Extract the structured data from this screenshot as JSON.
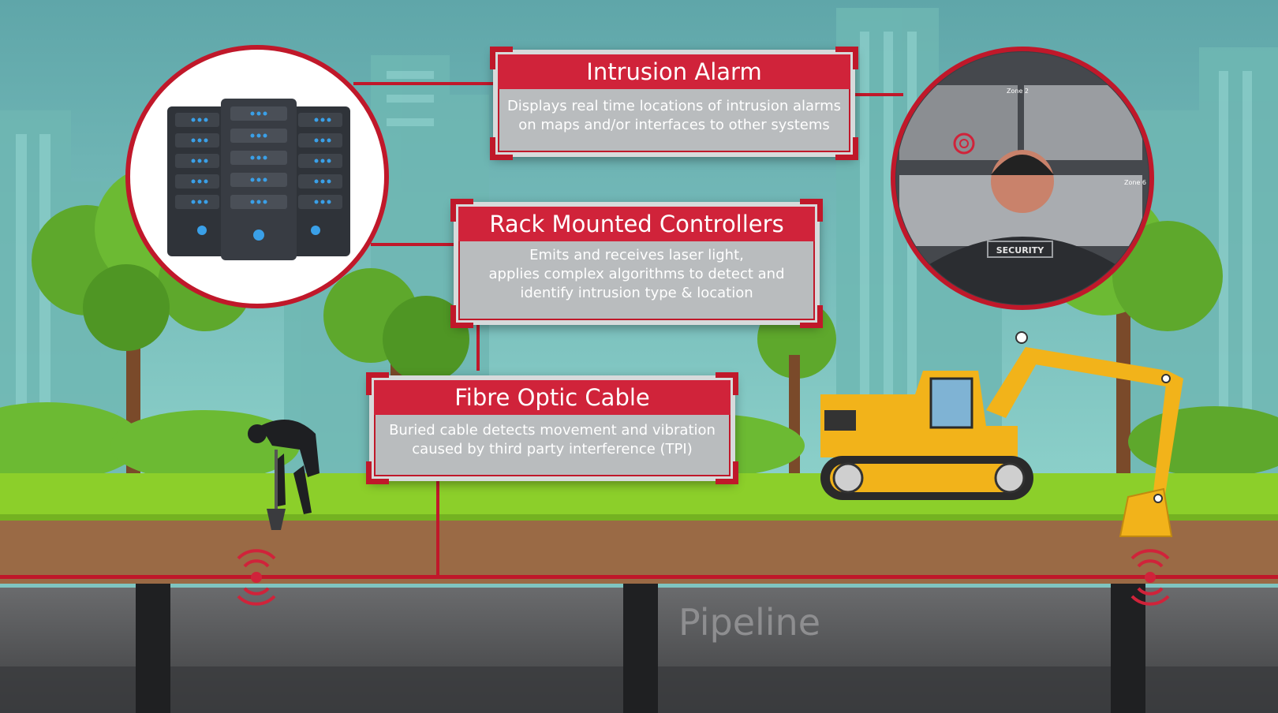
{
  "callouts": {
    "intrusion_alarm": {
      "title": "Intrusion Alarm",
      "line1": "Displays real time locations of intrusion alarms",
      "line2": "on maps and/or interfaces to other systems"
    },
    "rack_controllers": {
      "title": "Rack Mounted Controllers",
      "line1": "Emits and receives laser light,",
      "line2": "applies complex algorithms to detect and",
      "line3": "identify intrusion type & location"
    },
    "fibre_optic_cable": {
      "title": "Fibre Optic Cable",
      "line1": "Buried cable detects movement and vibration",
      "line2": "caused by third party interference (TPI)"
    }
  },
  "monitor_room": {
    "zone_top": "Zone 2",
    "zone_bottom": "Zone 6",
    "vest_label": "SECURITY"
  },
  "pipeline_label": "Pipeline",
  "colors": {
    "accent_red": "#d0233a",
    "sky": "#7fc4c0",
    "grass": "#8ccf2a",
    "soil": "#9a6a45",
    "pipe": "#5d5e60",
    "excavator": "#f2b31a"
  },
  "icons": [
    "server-rack-icon",
    "security-operator-icon",
    "digger-person-icon",
    "excavator-icon",
    "vibration-signal-icon"
  ]
}
